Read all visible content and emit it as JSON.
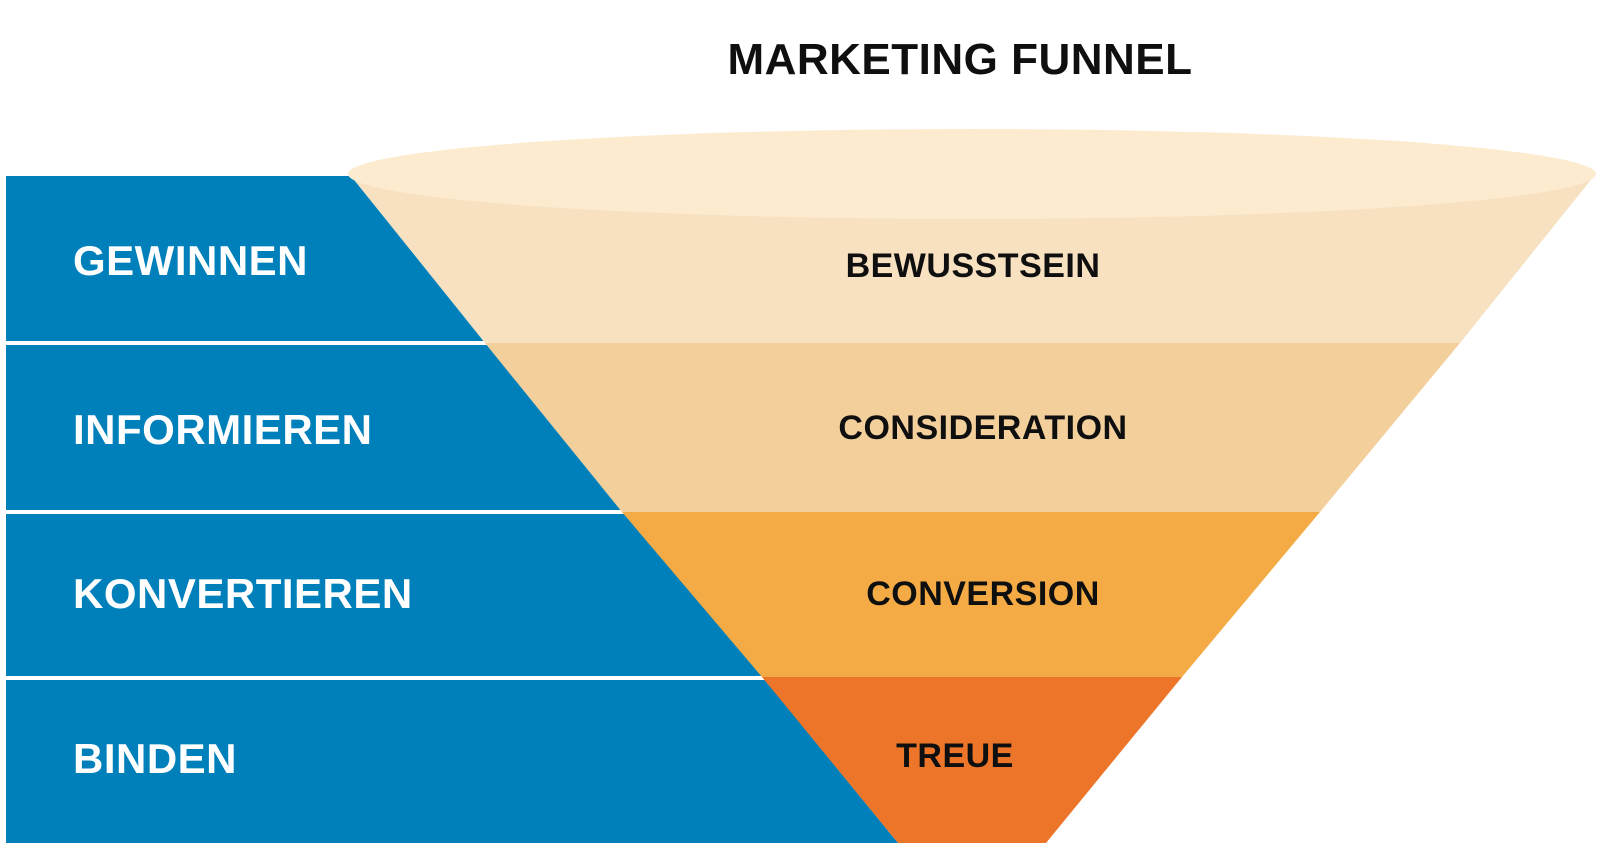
{
  "title": "MARKETING FUNNEL",
  "colors": {
    "left_band": "#0080bb",
    "rim": "#fdebd0",
    "divider": "#ffffff",
    "text_dark": "#0f0f0f",
    "text_light": "#ffffff"
  },
  "stages": [
    {
      "label": "GEWINNEN",
      "phase": "BEWUSSTSEIN",
      "color": "#f7e1c1"
    },
    {
      "label": "INFORMIEREN",
      "phase": "CONSIDERATION",
      "color": "#f3cf9c"
    },
    {
      "label": "KONVERTIEREN",
      "phase": "CONVERSION",
      "color": "#f4ab45"
    },
    {
      "label": "BINDEN",
      "phase": "TREUE",
      "color": "#ec7529"
    }
  ]
}
